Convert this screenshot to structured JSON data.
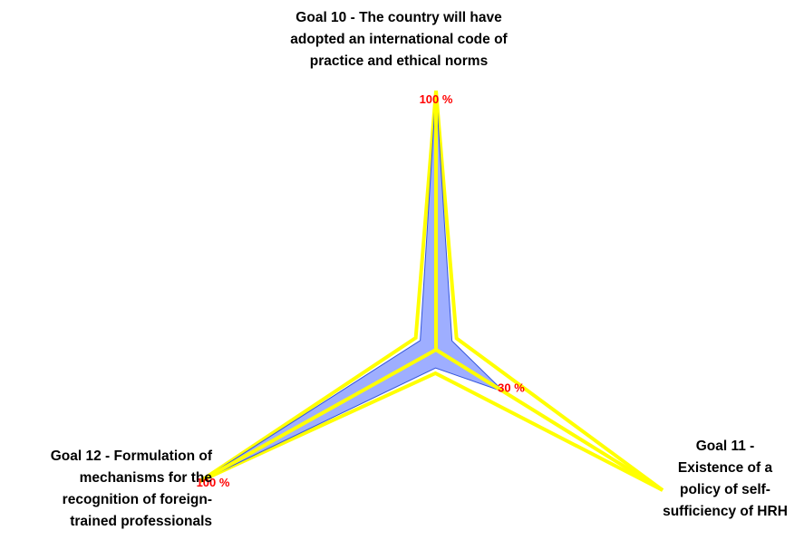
{
  "chart_data": {
    "type": "radar",
    "axes": [
      {
        "label_lines": [
          "Goal 10 - The country will have",
          "adopted an international code of",
          "practice and ethical norms"
        ],
        "value": 100,
        "value_label": "100 %"
      },
      {
        "label_lines": [
          "Goal 11 -",
          "Existence of a",
          "policy of self-",
          "sufficiency of HRH"
        ],
        "value": 30,
        "value_label": "30 %"
      },
      {
        "label_lines": [
          "Goal 12 - Formulation of",
          "mechanisms for the",
          "recognition of foreign-",
          "trained professionals"
        ],
        "value": 100,
        "value_label": "100 %"
      }
    ],
    "range": [
      0,
      100
    ],
    "grid": true,
    "legend": "none",
    "colors": {
      "grid": "#ffff00",
      "fill": "#99aaff",
      "series_line": "#3355dd",
      "data_label": "#ff0000"
    }
  }
}
